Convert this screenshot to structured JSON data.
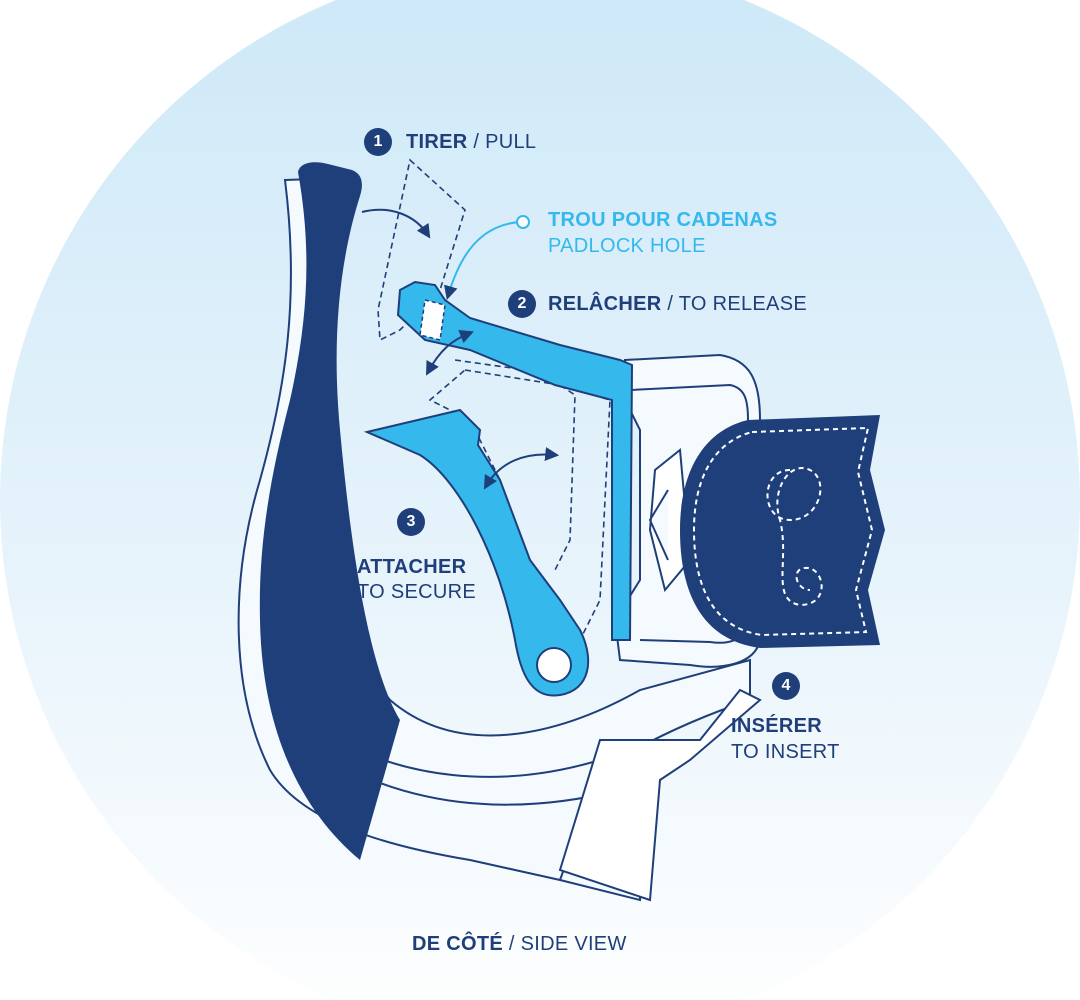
{
  "colors": {
    "navy": "#1f3f7a",
    "bright_blue": "#35b9ec",
    "pale_fill": "#eef7fd",
    "background_top": "#cfe9f8",
    "background_bottom": "#ffffff"
  },
  "steps": [
    {
      "number": "1",
      "label_fr": "TIRER",
      "separator": " / ",
      "label_en": "PULL"
    },
    {
      "number": "2",
      "label_fr": "RELÂCHER",
      "separator": " / ",
      "label_en": "TO RELEASE"
    },
    {
      "number": "3",
      "label_fr": "ATTACHER",
      "label_en": "TO SECURE"
    },
    {
      "number": "4",
      "label_fr": "INSÉRER",
      "label_en": "TO INSERT"
    }
  ],
  "padlock": {
    "label_fr": "TROU POUR CADENAS",
    "label_en": "PADLOCK HOLE"
  },
  "caption": {
    "label_fr": "DE CÔTÉ",
    "separator": " / ",
    "label_en": "SIDE VIEW"
  },
  "icons": [
    "arrow-icon",
    "padlock-hole-icon",
    "logo-icon"
  ]
}
